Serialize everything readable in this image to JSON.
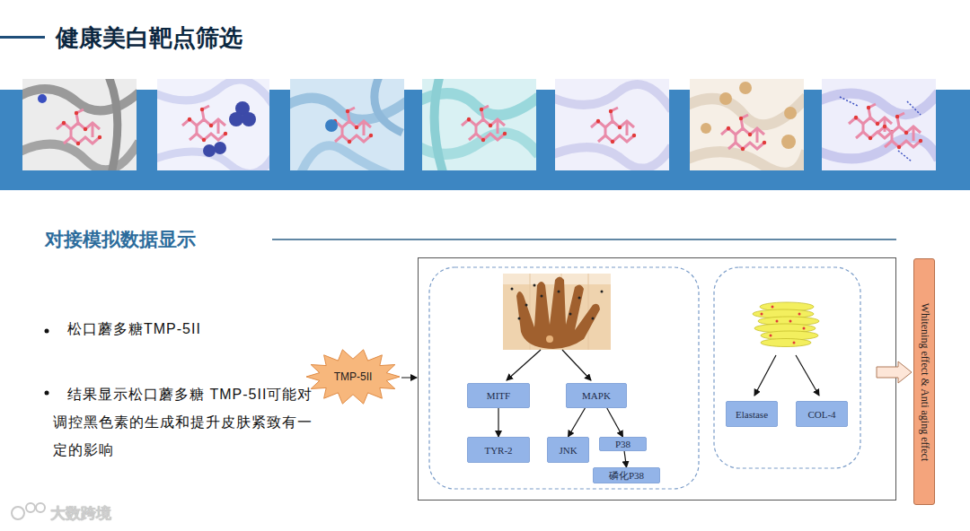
{
  "diagram": {
    "title": "健康美白靶点筛选",
    "nodes": [
      {
        "text": [
          "TMP-5II"
        ]
      },
      {
        "text": [
          "MITF"
        ]
      },
      {
        "text": [
          "MAPK"
        ]
      },
      {
        "text": [
          "TYR-2"
        ]
      },
      {
        "text": [
          "JNK"
        ]
      },
      {
        "text": [
          "P38"
        ]
      },
      {
        "text": [
          "磷化P38"
        ]
      },
      {
        "text": [
          "Elastase"
        ]
      },
      {
        "text": [
          "COL-4"
        ]
      },
      {
        "text": [
          "Whitening effect & Anti aging effect"
        ]
      }
    ],
    "edges": [
      {
        "from": 1,
        "to": 3,
        "arrow": "to"
      },
      {
        "from": 2,
        "to": 4,
        "arrow": "to"
      },
      {
        "from": 2,
        "to": 5,
        "arrow": "to"
      },
      {
        "from": 5,
        "to": 6,
        "arrow": "to"
      }
    ],
    "labels": [
      "对接模拟数据显示",
      "松口蘑多糖TMP-5II",
      "结果显示松口蘑多糖 TMP-5II可能对调控黑色素的生成和提升皮肤紧致有一定的影响",
      "大数跨境"
    ]
  }
}
